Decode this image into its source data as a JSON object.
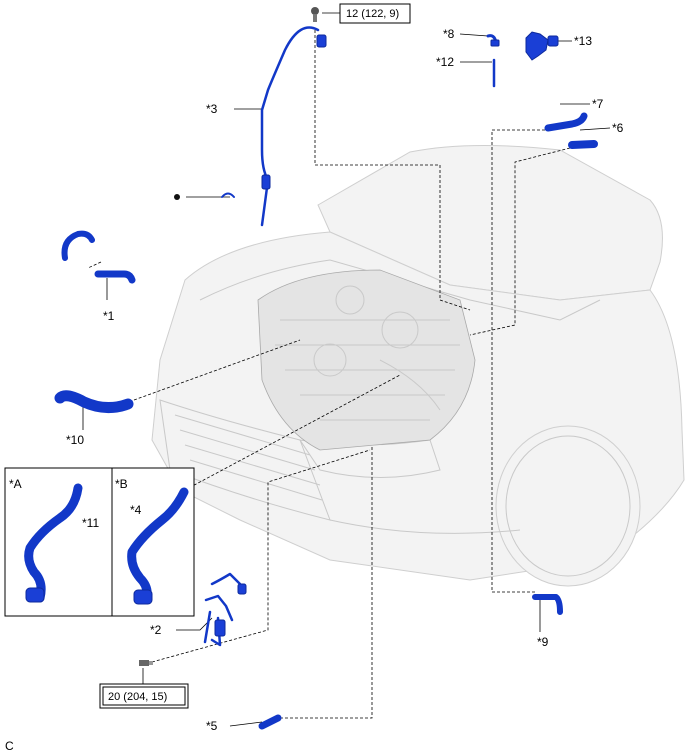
{
  "torque_callouts": [
    {
      "text": "12 (122, 9)"
    },
    {
      "text": "20 (204, 15)"
    }
  ],
  "labels": {
    "p1": "*1",
    "p2": "*2",
    "p3": "*3",
    "p4": "*4",
    "p5": "*5",
    "p6": "*6",
    "p7": "*7",
    "p8": "*8",
    "p9": "*9",
    "p10": "*10",
    "p11": "*11",
    "p12": "*12",
    "p13": "*13"
  },
  "insets": {
    "a_title": "*A",
    "b_title": "*B"
  },
  "corner_code": "C",
  "colors": {
    "part_blue": "#1a3fd6",
    "outline": "#000000",
    "vehicle_ghost": "#d0d0d0"
  }
}
